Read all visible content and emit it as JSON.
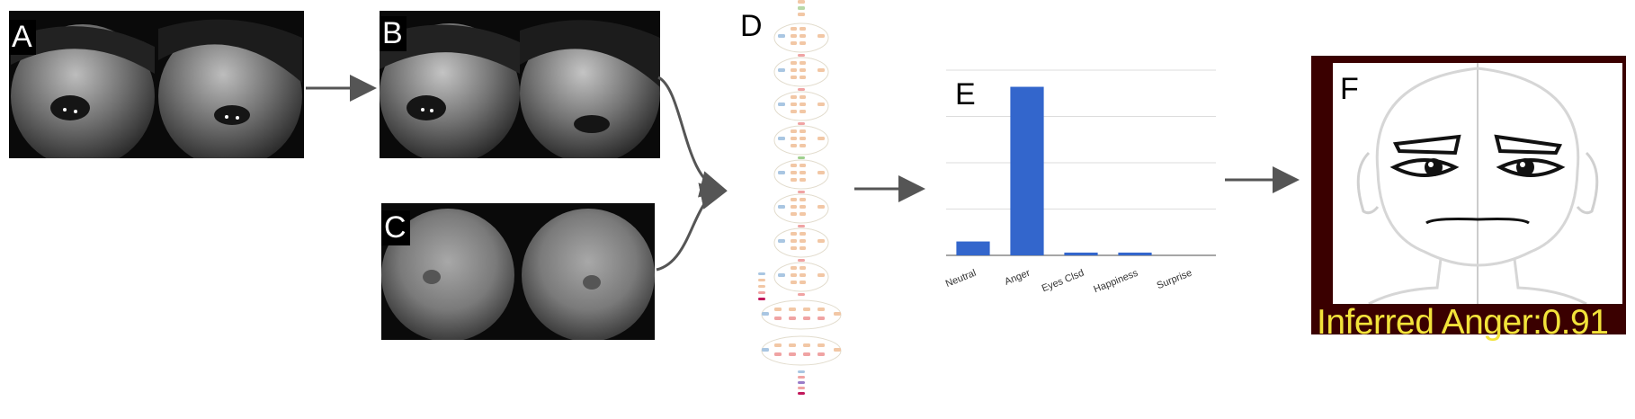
{
  "panels": {
    "a": {
      "label": "A"
    },
    "b": {
      "label": "B"
    },
    "c": {
      "label": "C"
    },
    "d": {
      "label": "D"
    },
    "e": {
      "label": "E"
    },
    "f": {
      "label": "F"
    }
  },
  "chart_data": {
    "type": "bar",
    "categories": [
      "Neutral",
      "Anger",
      "Eyes Clsd",
      "Happiness",
      "Surprise"
    ],
    "values": [
      0.075,
      0.91,
      0.015,
      0.015,
      0.0
    ],
    "ylim": [
      0,
      1.0
    ],
    "grid": true,
    "bar_color": "#3366cc"
  },
  "face_caption": "Inferred Anger:0.91",
  "colors": {
    "arrow": "#555555",
    "frame": "#3a0000",
    "caption": "#f2e33a",
    "bar": "#3366cc"
  }
}
